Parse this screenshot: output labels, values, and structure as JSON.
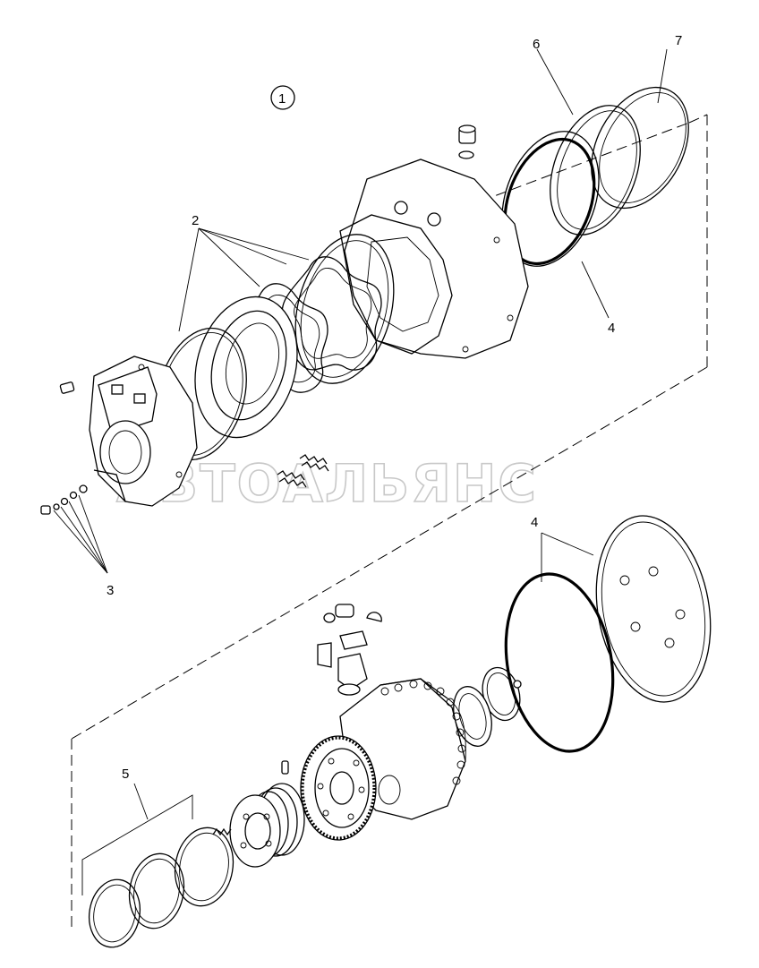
{
  "callouts": {
    "c1": "1",
    "c2": "2",
    "c3": "3",
    "c4a": "4",
    "c4b": "4",
    "c5": "5",
    "c6": "6",
    "c7": "7"
  },
  "watermark": "АВТОАЛЬЯНС",
  "colors": {
    "ink": "#000000",
    "watermark": "#c8c8c8",
    "background": "#ffffff"
  }
}
